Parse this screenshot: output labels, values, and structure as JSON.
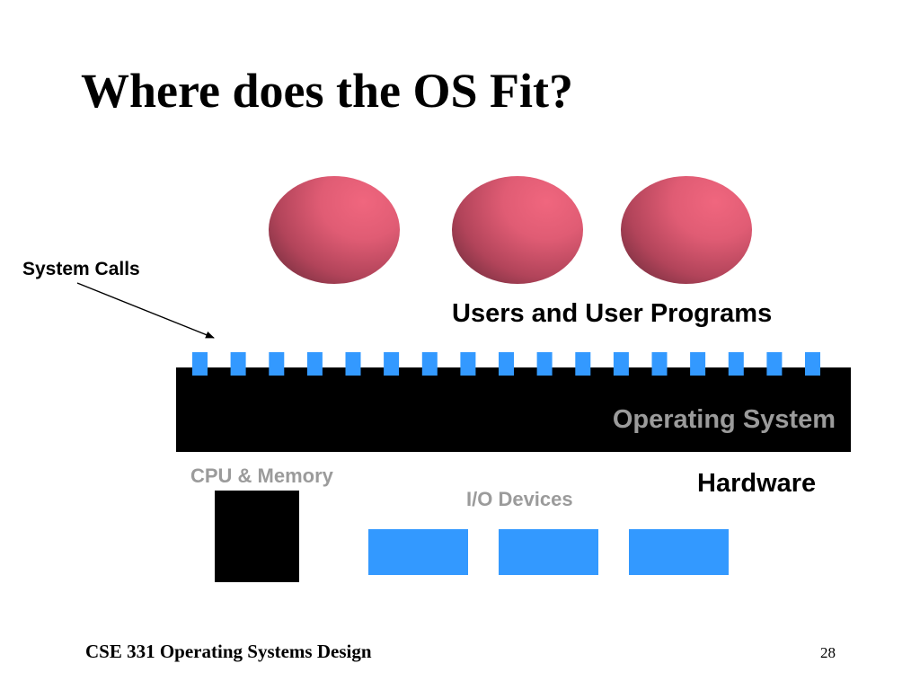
{
  "slide": {
    "title": "Where does the OS Fit?",
    "footer": "CSE 331 Operating Systems Design",
    "number": "28"
  },
  "diagram": {
    "users_label": "Users and User Programs",
    "system_calls_label": "System Calls",
    "os_label": "Operating System",
    "hardware_label": "Hardware",
    "cpu_label": "CPU & Memory",
    "io_label": "I/O Devices",
    "system_call_count": 17,
    "io_device_count": 3,
    "user_count": 3
  },
  "colors": {
    "user_ball": "#e05c74",
    "system_call": "#3399ff",
    "os_layer": "#000000",
    "os_text": "#9b9b9b",
    "io_device": "#3399ff",
    "cpu_box": "#000000",
    "hardware_text_dim": "#9b9b9b"
  }
}
